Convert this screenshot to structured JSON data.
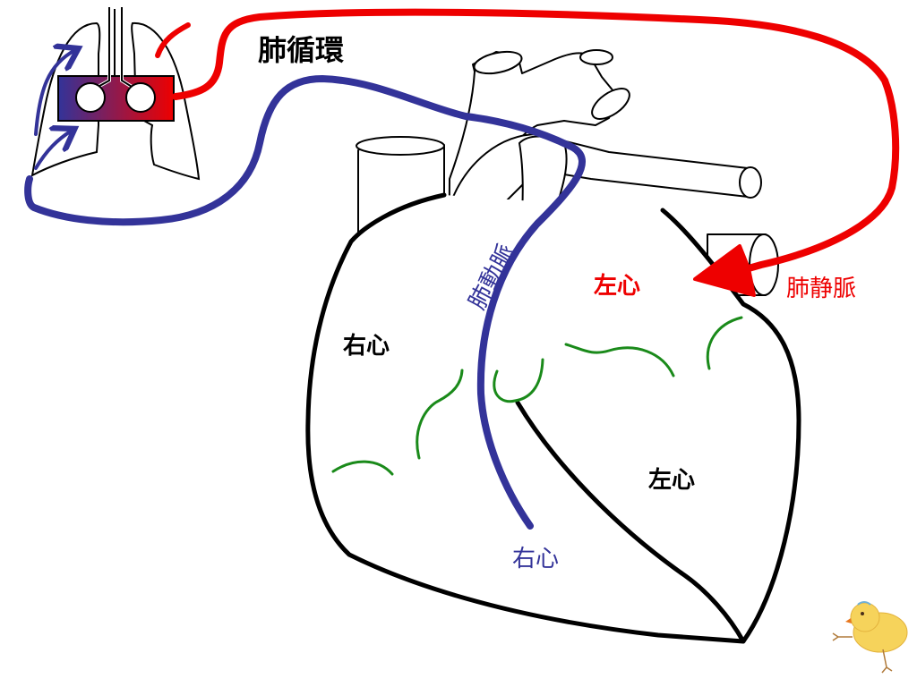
{
  "title": "肺循環",
  "labels": {
    "right_heart_upper": "右心",
    "left_heart_upper": "左心",
    "pulmonary_vein": "肺静脈",
    "pulmonary_artery": "肺動脈",
    "left_heart_lower": "左心",
    "right_heart_lower": "右心"
  },
  "colors": {
    "blood_deoxygenated": "#333399",
    "blood_oxygenated": "#ee0000",
    "outline": "#000000",
    "coronary": "#1a8a1a",
    "background": "#ffffff"
  }
}
